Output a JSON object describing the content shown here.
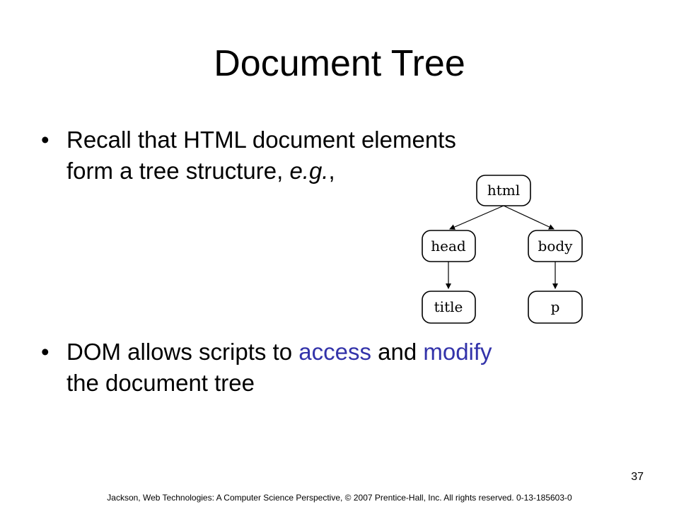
{
  "slide": {
    "title": "Document Tree",
    "bullets": [
      {
        "line1": "Recall that HTML document elements",
        "line2_plain": "form a tree structure, ",
        "line2_emphasis": "e.g.",
        "line2_end": ","
      },
      {
        "line1_start": "DOM allows scripts to ",
        "line1_highlight_1": "access",
        "line1_middle": " and ",
        "line1_highlight_2": "modify",
        "line2": "the document tree"
      }
    ],
    "bullet_symbol": "•",
    "page_number": "37",
    "footer": "Jackson, Web Technologies: A Computer Science Perspective, © 2007 Prentice-Hall, Inc. All rights reserved. 0-13-185603-0"
  },
  "tree": {
    "nodes": {
      "root": "html",
      "left": "head",
      "right": "body",
      "left_child": "title",
      "right_child": "p"
    }
  },
  "colors": {
    "highlight": "#3333aa",
    "text": "#000000",
    "background": "#ffffff"
  }
}
